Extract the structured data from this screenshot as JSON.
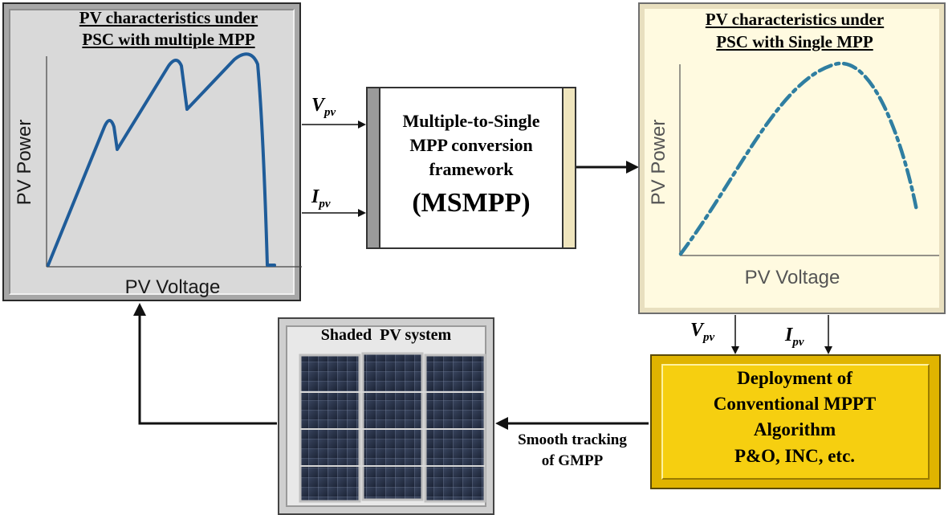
{
  "left_panel": {
    "title_line1": "PV characteristics under",
    "title_line2": "PSC with multiple MPP",
    "ylabel": "PV Power",
    "xlabel": "PV Voltage"
  },
  "right_panel": {
    "title_line1": "PV characteristics under",
    "title_line2": "PSC with Single MPP",
    "ylabel": "PV Power",
    "xlabel": "PV Voltage"
  },
  "converter": {
    "line1": "Multiple-to-Single",
    "line2": "MPP conversion",
    "line3": "framework",
    "line4": "(MSMPP)"
  },
  "signals": {
    "v_main": "V",
    "v_sub": "pv",
    "i_main": "I",
    "i_sub": "pv"
  },
  "mppt": {
    "line1": "Deployment of",
    "line2": "Conventional MPPT",
    "line3": "Algorithm",
    "line4": "P&O, INC, etc."
  },
  "pv_system": {
    "label": "Shaded  PV system"
  },
  "tracking": {
    "line1": "Smooth tracking",
    "line2": "of GMPP"
  },
  "colors": {
    "curve_multi": "#1f5c99",
    "curve_single": "#2f7ea1",
    "mppt_fill": "#f6cf10",
    "right_panel_bg": "#fffae0",
    "left_panel_bg": "#d9d9d9"
  }
}
